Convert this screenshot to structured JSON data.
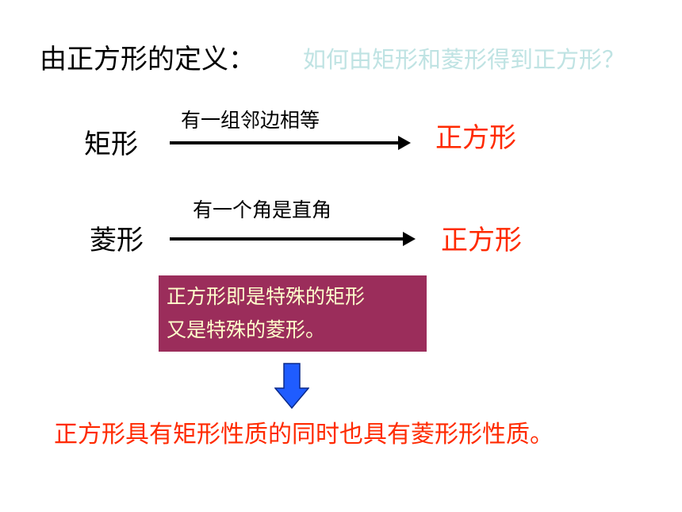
{
  "title": "由正方形的定义：",
  "question": "如何由矩形和菱形得到正方形？",
  "rows": [
    {
      "from": "矩形",
      "condition": "有一组邻边相等",
      "to": "正方形"
    },
    {
      "from": "菱形",
      "condition": "有一个角是直角",
      "to": "正方形"
    }
  ],
  "info_box": {
    "line1": "正方形即是特殊的矩形",
    "line2": "又是特殊的菱形。"
  },
  "conclusion": "正方形具有矩形性质的同时也具有菱形形性质。",
  "colors": {
    "result": "#ff2a00",
    "question": "#bfe3e3",
    "box_bg": "#9b2d5b",
    "box_text": "#ffffcc",
    "down_arrow_fill": "#1f5cff"
  }
}
